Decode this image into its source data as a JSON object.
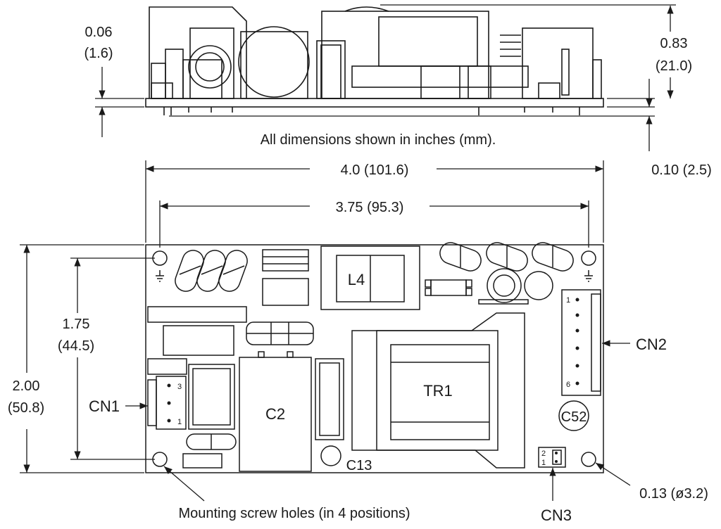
{
  "side_view": {
    "dim_left_in": "0.06",
    "dim_left_mm": "(1.6)",
    "dim_right_in": "0.83",
    "dim_right_mm": "(21.0)",
    "dim_pin": "0.10 (2.5)"
  },
  "note": "All dimensions shown in inches (mm).",
  "top_view": {
    "overall_width": "4.0 (101.6)",
    "hole_spacing_width": "3.75 (95.3)",
    "overall_height_in": "2.00",
    "overall_height_mm": "(50.8)",
    "hole_spacing_height_in": "1.75",
    "hole_spacing_height_mm": "(44.5)",
    "hole_diameter": "0.13 (ø3.2)",
    "mounting_note": "Mounting screw holes (in 4 positions)",
    "components": {
      "l4": "L4",
      "tr1": "TR1",
      "c2": "C2",
      "c13": "C13",
      "c52": "C52",
      "cn1": "CN1",
      "cn2": "CN2",
      "cn3": "CN3"
    },
    "pins": {
      "cn1_pin3": "3",
      "cn1_pin1": "1",
      "cn2_pin1": "1",
      "cn2_pin6": "6",
      "cn3_pin2": "2",
      "cn3_pin1": "1"
    }
  }
}
